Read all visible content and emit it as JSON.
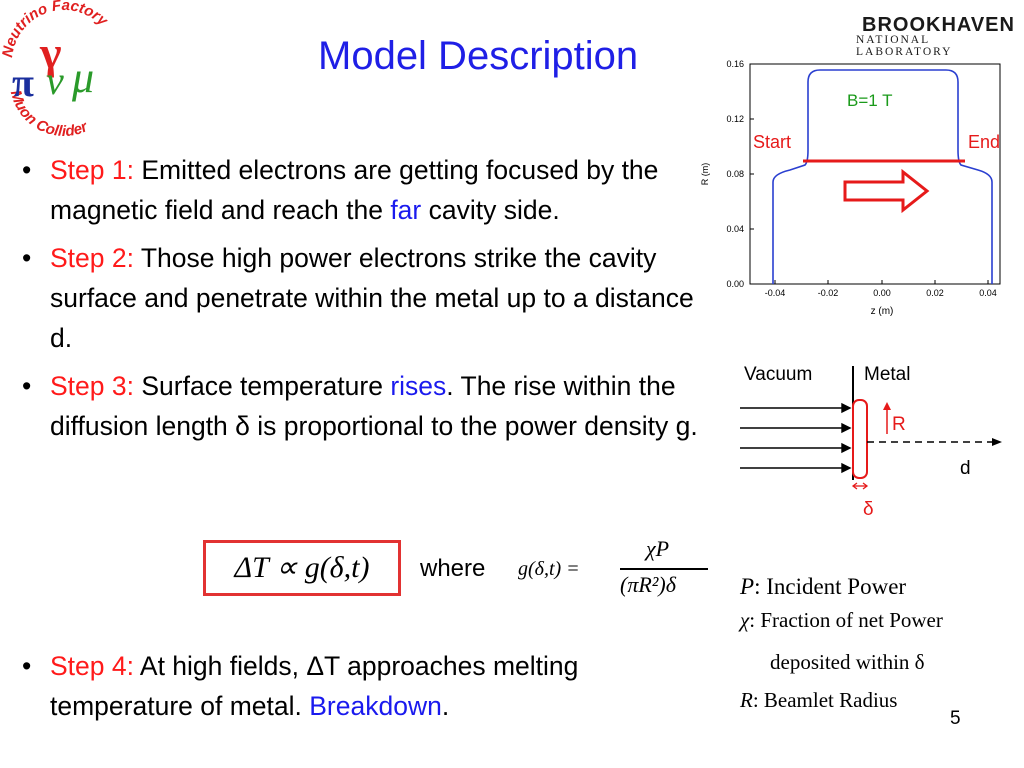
{
  "title": "Model Description",
  "logo": {
    "top_text": "Neutrino Factory",
    "bottom_text": "Muon Collider"
  },
  "brand": {
    "line1": "BROOKHAVEN",
    "line2": "NATIONAL LABORATORY"
  },
  "steps": [
    {
      "label": "Step 1:",
      "text_a": "Emitted electrons are getting focused by the magnetic field and reach the",
      "highlight": "far",
      "text_b": "cavity side."
    },
    {
      "label": "Step 2:",
      "text_a": "Those high power electrons  strike the cavity surface and penetrate within the metal up to a distance d."
    },
    {
      "label": "Step 3:",
      "text_a": "Surface temperature",
      "highlight": "rises",
      "text_b": ". The rise within the diffusion length δ is proportional to the power density g."
    },
    {
      "label": "Step 4:",
      "text_a": "At high fields, ΔT approaches melting temperature of metal.",
      "highlight": "Breakdown",
      "text_b": "."
    }
  ],
  "bullet": "•",
  "formula": {
    "main": "ΔT ∝ g(δ,t)",
    "where": "where",
    "g_lhs": "g(δ,t) =",
    "g_num": "χP",
    "g_den": "(πR²)δ"
  },
  "chart": {
    "ylabel": "R (m)",
    "xlabel": "z (m)",
    "xticks": [
      "-0.04",
      "-0.02",
      "0.00",
      "0.02",
      "0.04"
    ],
    "yticks": [
      "0.16",
      "0.12",
      "0.08",
      "0.04",
      "0.00"
    ],
    "field_label": "B=1 T",
    "start_label": "Start",
    "end_label": "End"
  },
  "diagram": {
    "vacuum": "Vacuum",
    "metal": "Metal",
    "r_label": "R",
    "d_label": "d",
    "delta_label": "δ"
  },
  "definitions": [
    {
      "sym": "P",
      "text": ": Incident Power"
    },
    {
      "sym": "χ",
      "text": ": Fraction of net Power"
    },
    {
      "sym": "",
      "text": "deposited within δ"
    },
    {
      "sym": "R",
      "text": ": Beamlet Radius"
    }
  ],
  "page_number": "5",
  "colors": {
    "title": "#1f1fe6",
    "label_red": "#ff1a1a",
    "highlight_blue": "#1a1aee",
    "field_green": "#1a9a1a",
    "cavity_blue": "#2a3fd0"
  }
}
